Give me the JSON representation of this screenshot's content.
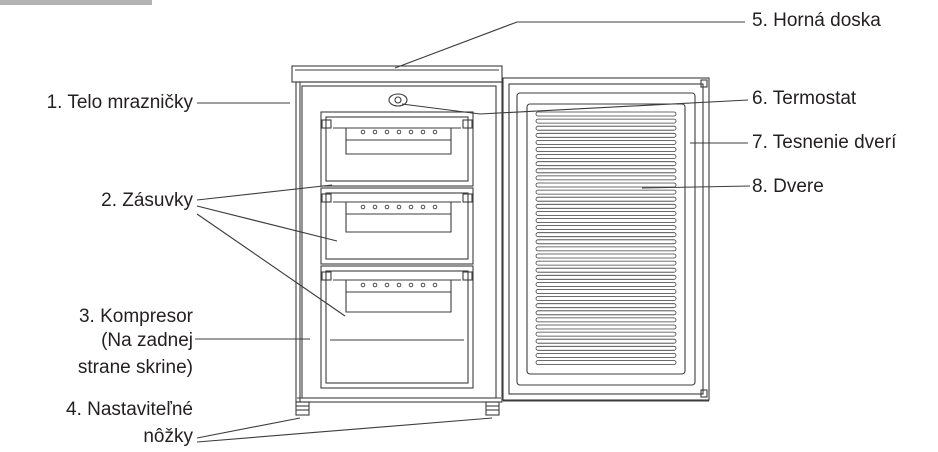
{
  "labels": {
    "telo": "1. Telo mrazničky",
    "zasuvky": "2. Zásuvky",
    "kompresor_1": "3. Kompresor",
    "kompresor_2": "(Na zadnej",
    "kompresor_3": "strane skrine)",
    "nozky_1": "4. Nastaviteľné",
    "nozky_2": "nôžky",
    "horna_doska": "5. Horná doska",
    "termostat": "6. Termostat",
    "tesnenie": "7. Tesnenie dverí",
    "dvere": "8. Dvere"
  },
  "colors": {
    "line": "#3c3c3c",
    "text": "#231f20"
  }
}
